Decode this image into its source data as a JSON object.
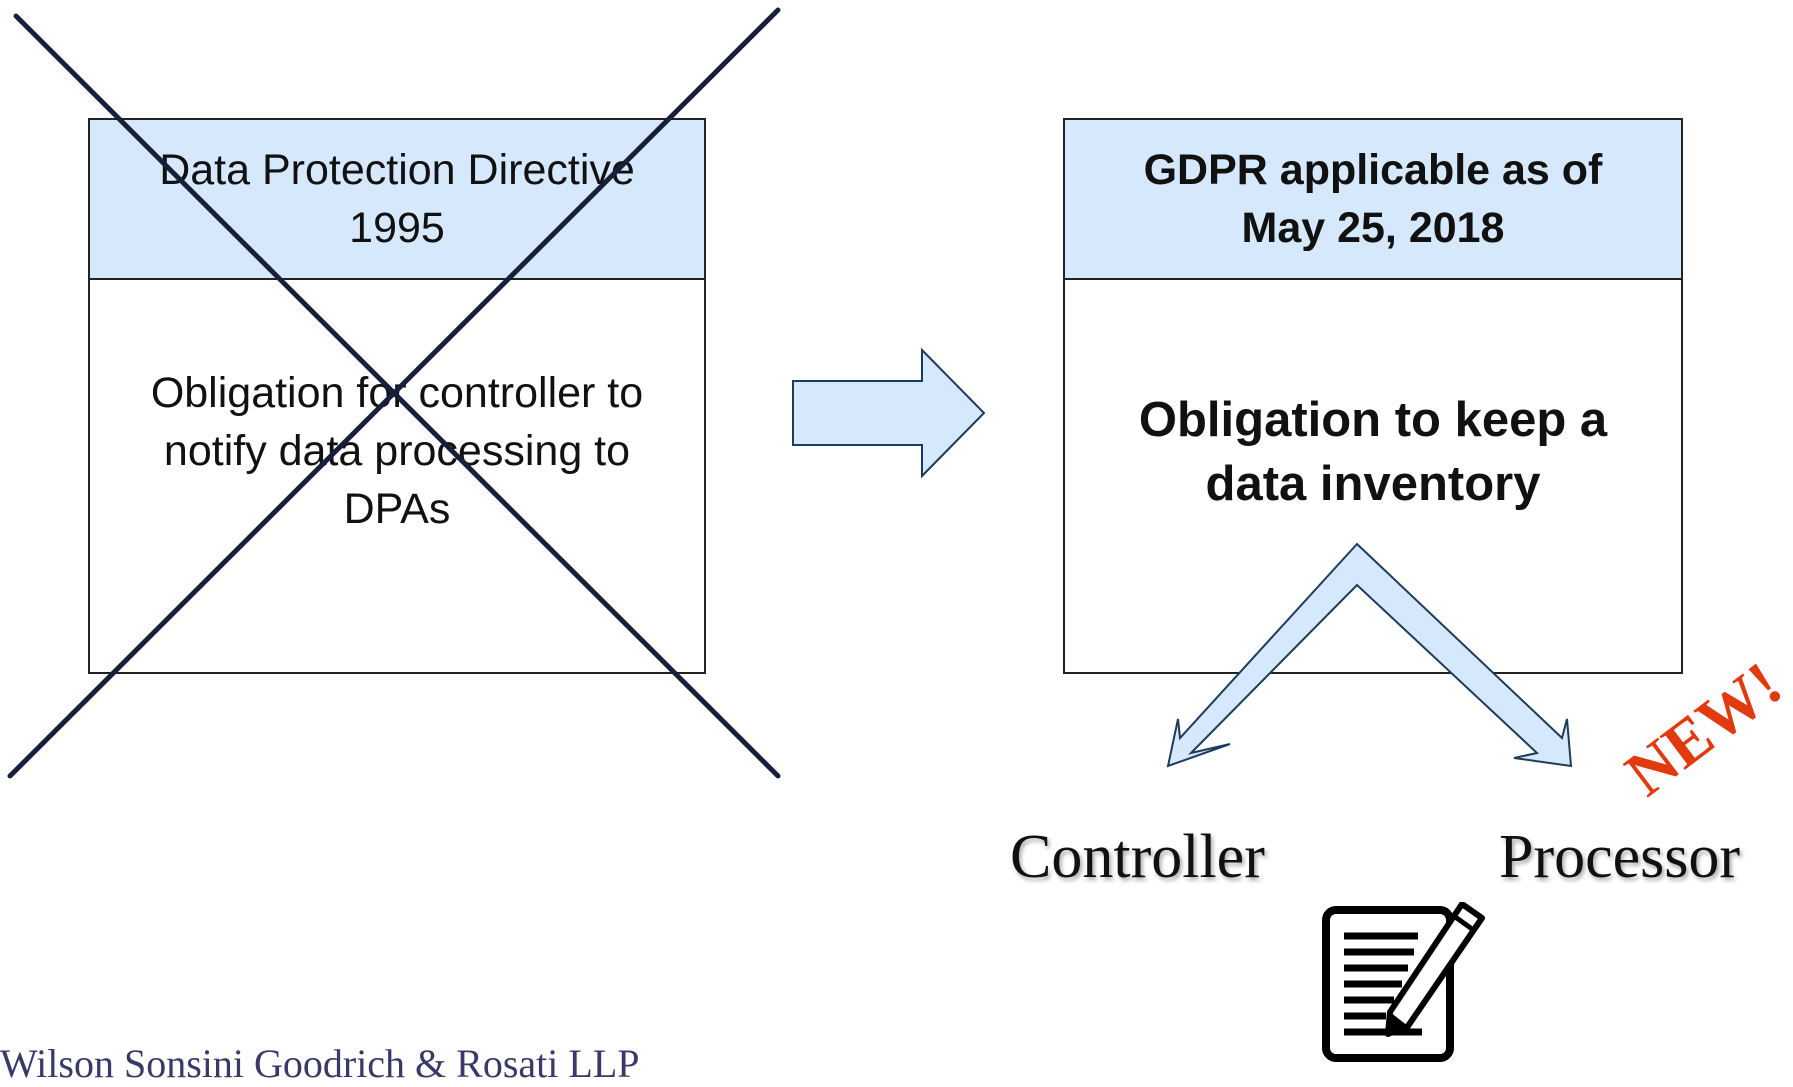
{
  "old_regime": {
    "title": "Data Protection Directive\n1995",
    "body": "Obligation for controller to\nnotify data processing to\nDPAs"
  },
  "new_regime": {
    "title": "GDPR applicable as of\nMay 25, 2018",
    "body": "Obligation to keep a\ndata inventory"
  },
  "roles": {
    "controller": "Controller",
    "processor": "Processor"
  },
  "badge": "NEW!",
  "footer": {
    "firm": "Wilson Sonsini Goodrich & Rosati LLP"
  },
  "colors": {
    "header_fill": "#d6e8fb",
    "arrow_fill": "#d6e8fb",
    "cross_line": "#17203a",
    "badge": "#e23a0f"
  },
  "icons": {
    "document": "document-pen-icon"
  }
}
